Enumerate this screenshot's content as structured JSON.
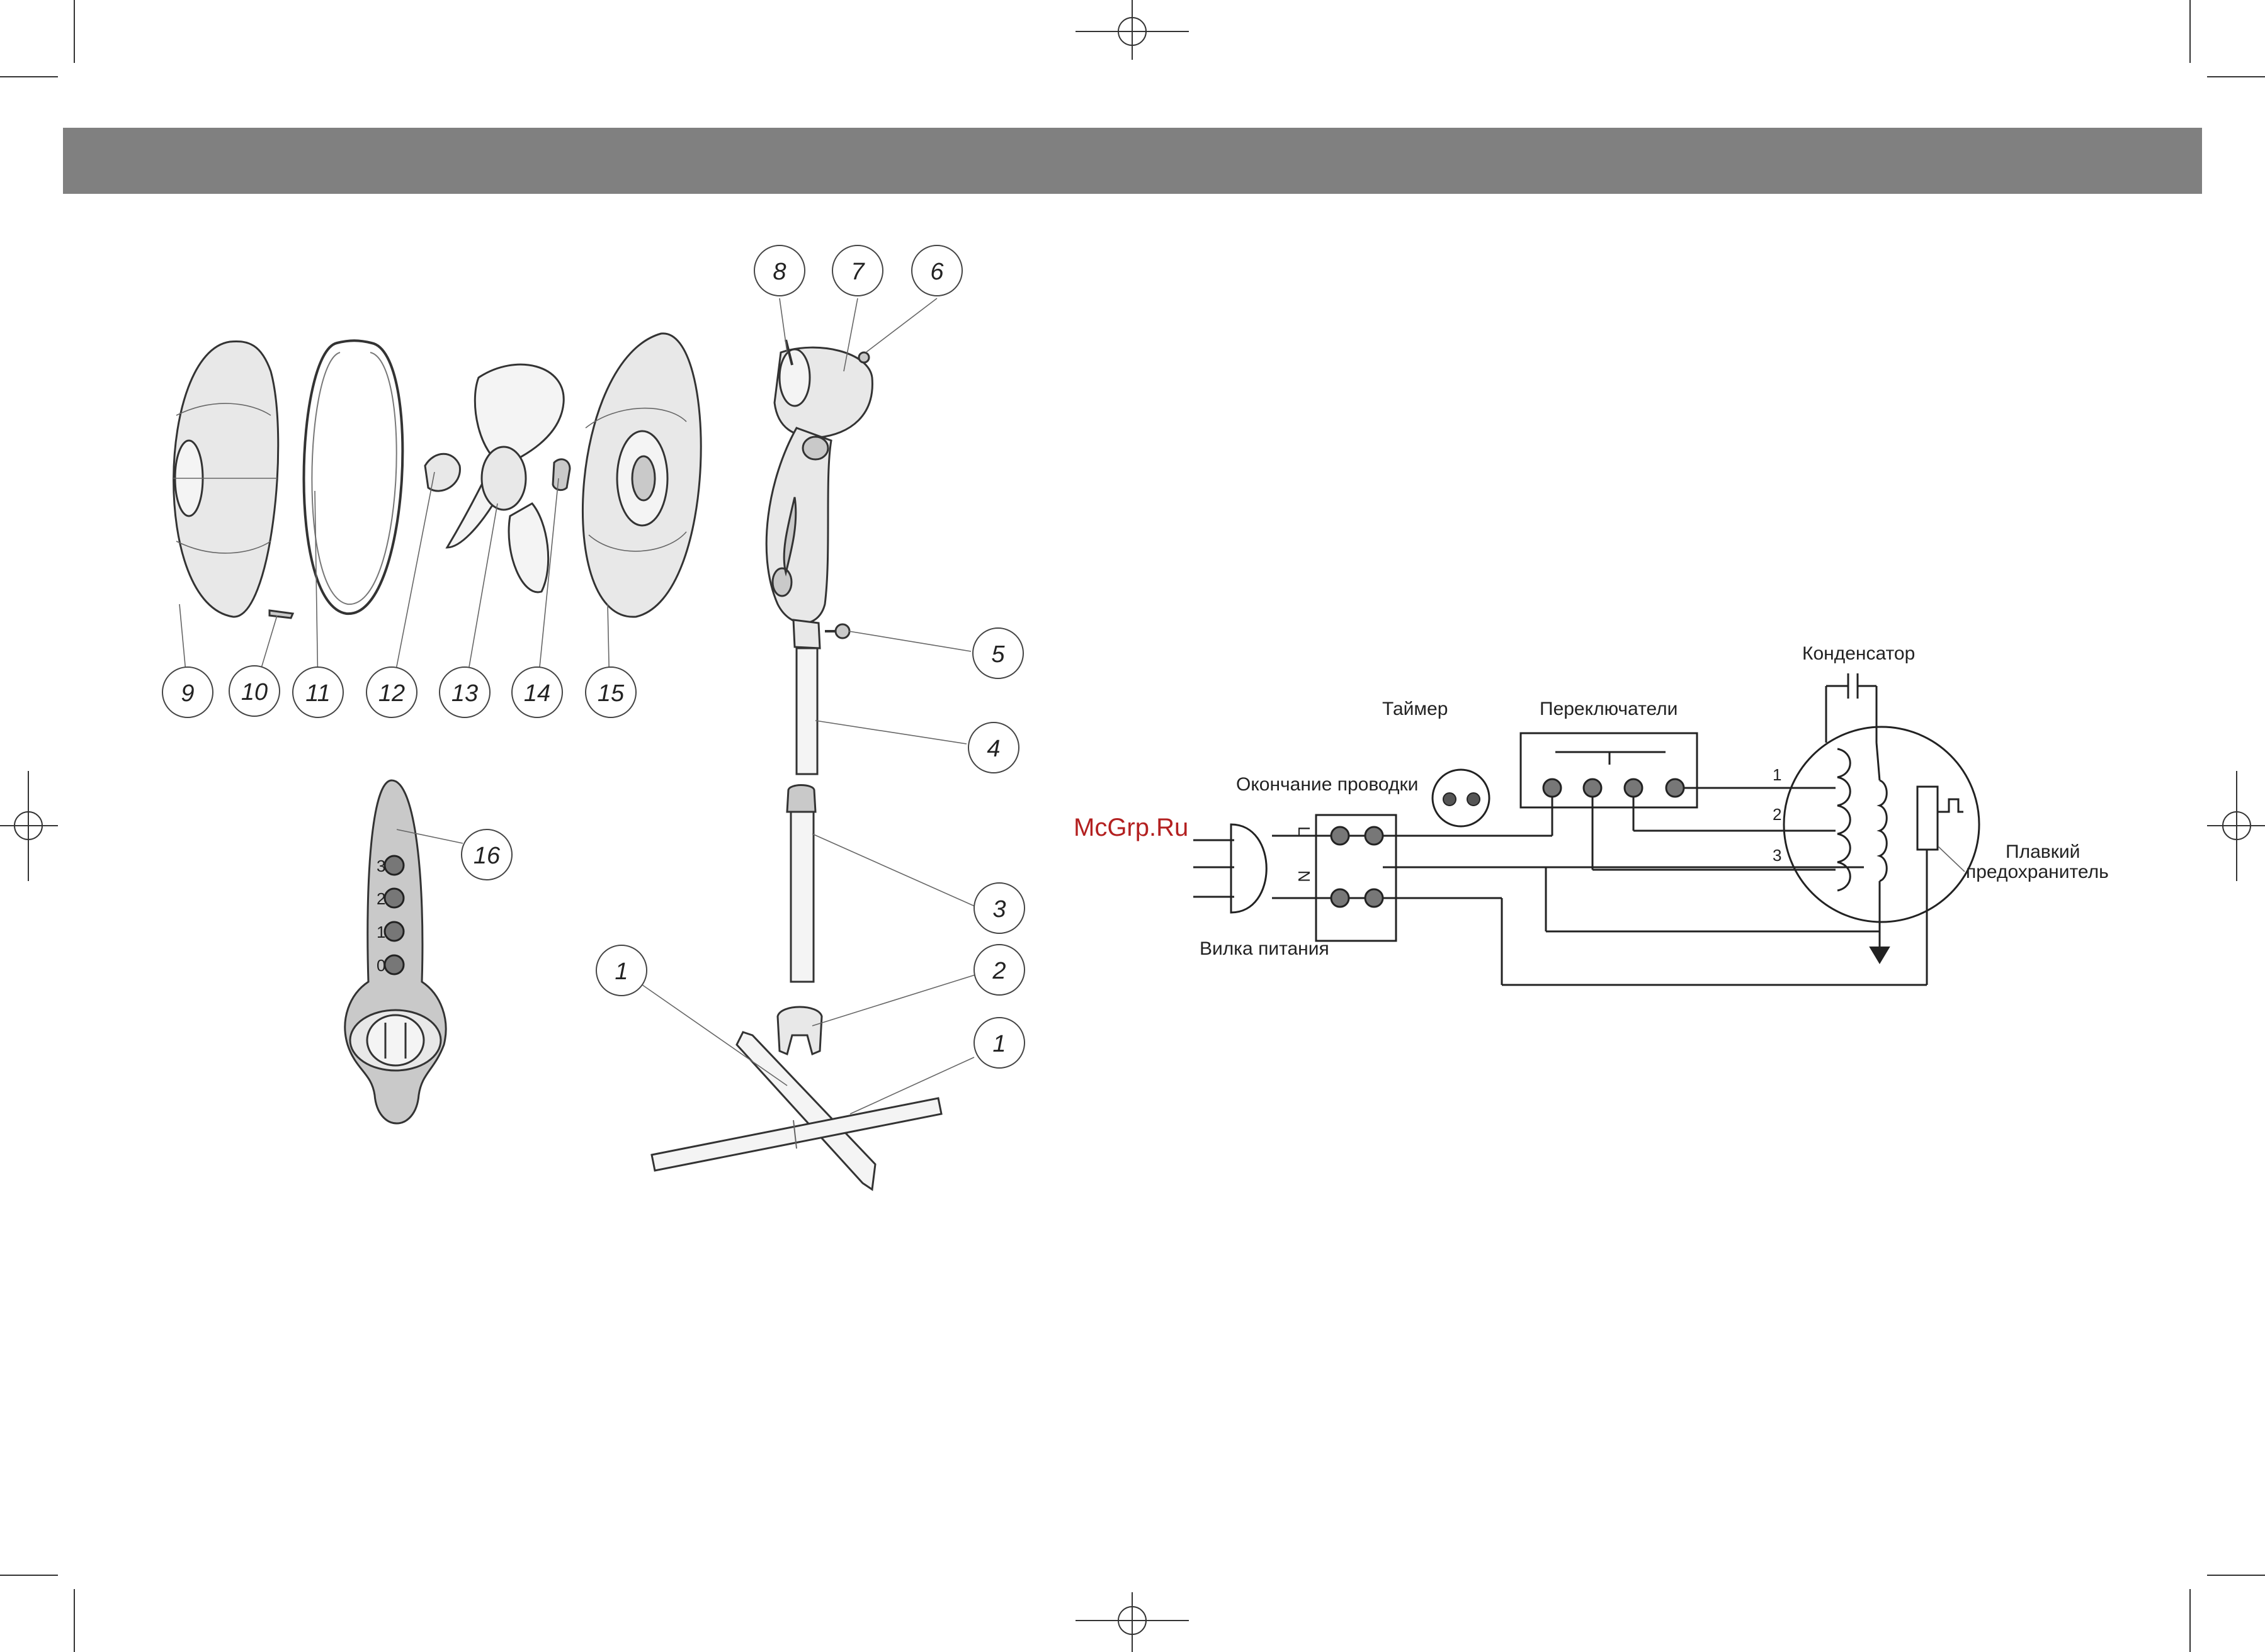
{
  "header_bar": {
    "color": "#808080"
  },
  "watermark": "McGrp.Ru",
  "watermark_color": "#b32020",
  "exploded_view": {
    "callouts": [
      "1",
      "1",
      "2",
      "3",
      "4",
      "5",
      "6",
      "7",
      "8",
      "9",
      "10",
      "11",
      "12",
      "13",
      "14",
      "15",
      "16"
    ],
    "remote": {
      "buttons": [
        "3",
        "2",
        "1",
        "0"
      ]
    }
  },
  "wiring": {
    "capacitor": "Конденсатор",
    "timer": "Таймер",
    "switches": "Переключатели",
    "wiring_end": "Окончание проводки",
    "plug": "Вилка питания",
    "fuse_line1": "Плавкий",
    "fuse_line2": "предохранитель",
    "line_L": "L",
    "line_N": "N",
    "speed_labels": [
      "1",
      "2",
      "3"
    ]
  }
}
